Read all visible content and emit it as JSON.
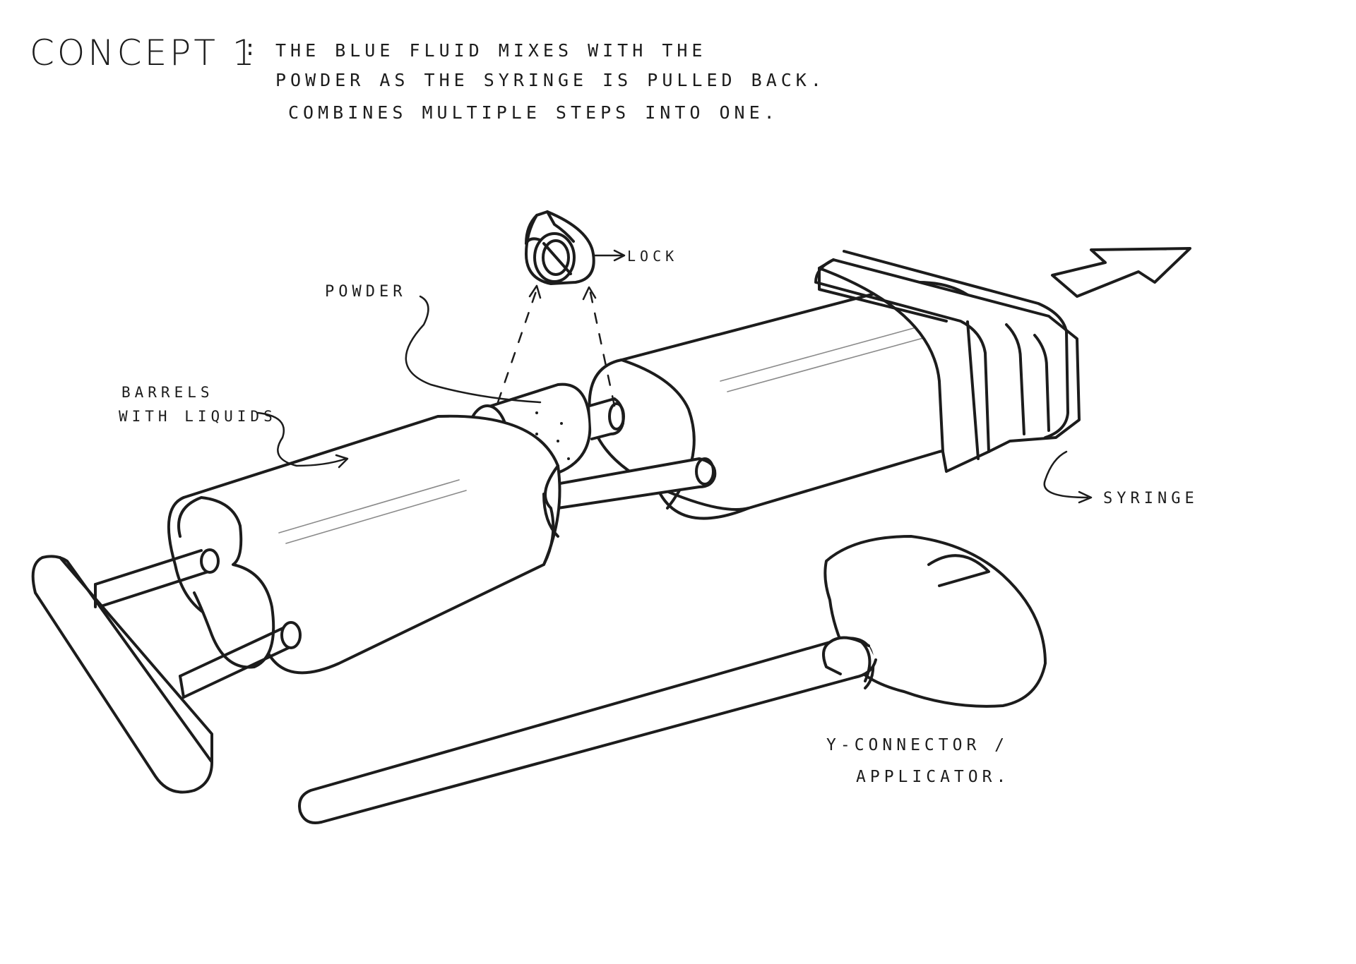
{
  "header": {
    "title": "CONCEPT 1",
    "separator": ":",
    "description_lines": [
      "THE BLUE FLUID MIXES WITH THE",
      "POWDER AS THE SYRINGE IS PULLED BACK.",
      "COMBINES MULTIPLE STEPS INTO ONE."
    ]
  },
  "labels": {
    "lock": "LOCK",
    "powder": "POWDER",
    "barrels_line1": "BARRELS",
    "barrels_line2": "WITH LIQUIDS",
    "syringe": "SYRINGE",
    "connector_line1": "Y-CONNECTOR /",
    "connector_line2": "APPLICATOR."
  },
  "colors": {
    "ink": "#1c1c1c",
    "paper": "#ffffff"
  }
}
